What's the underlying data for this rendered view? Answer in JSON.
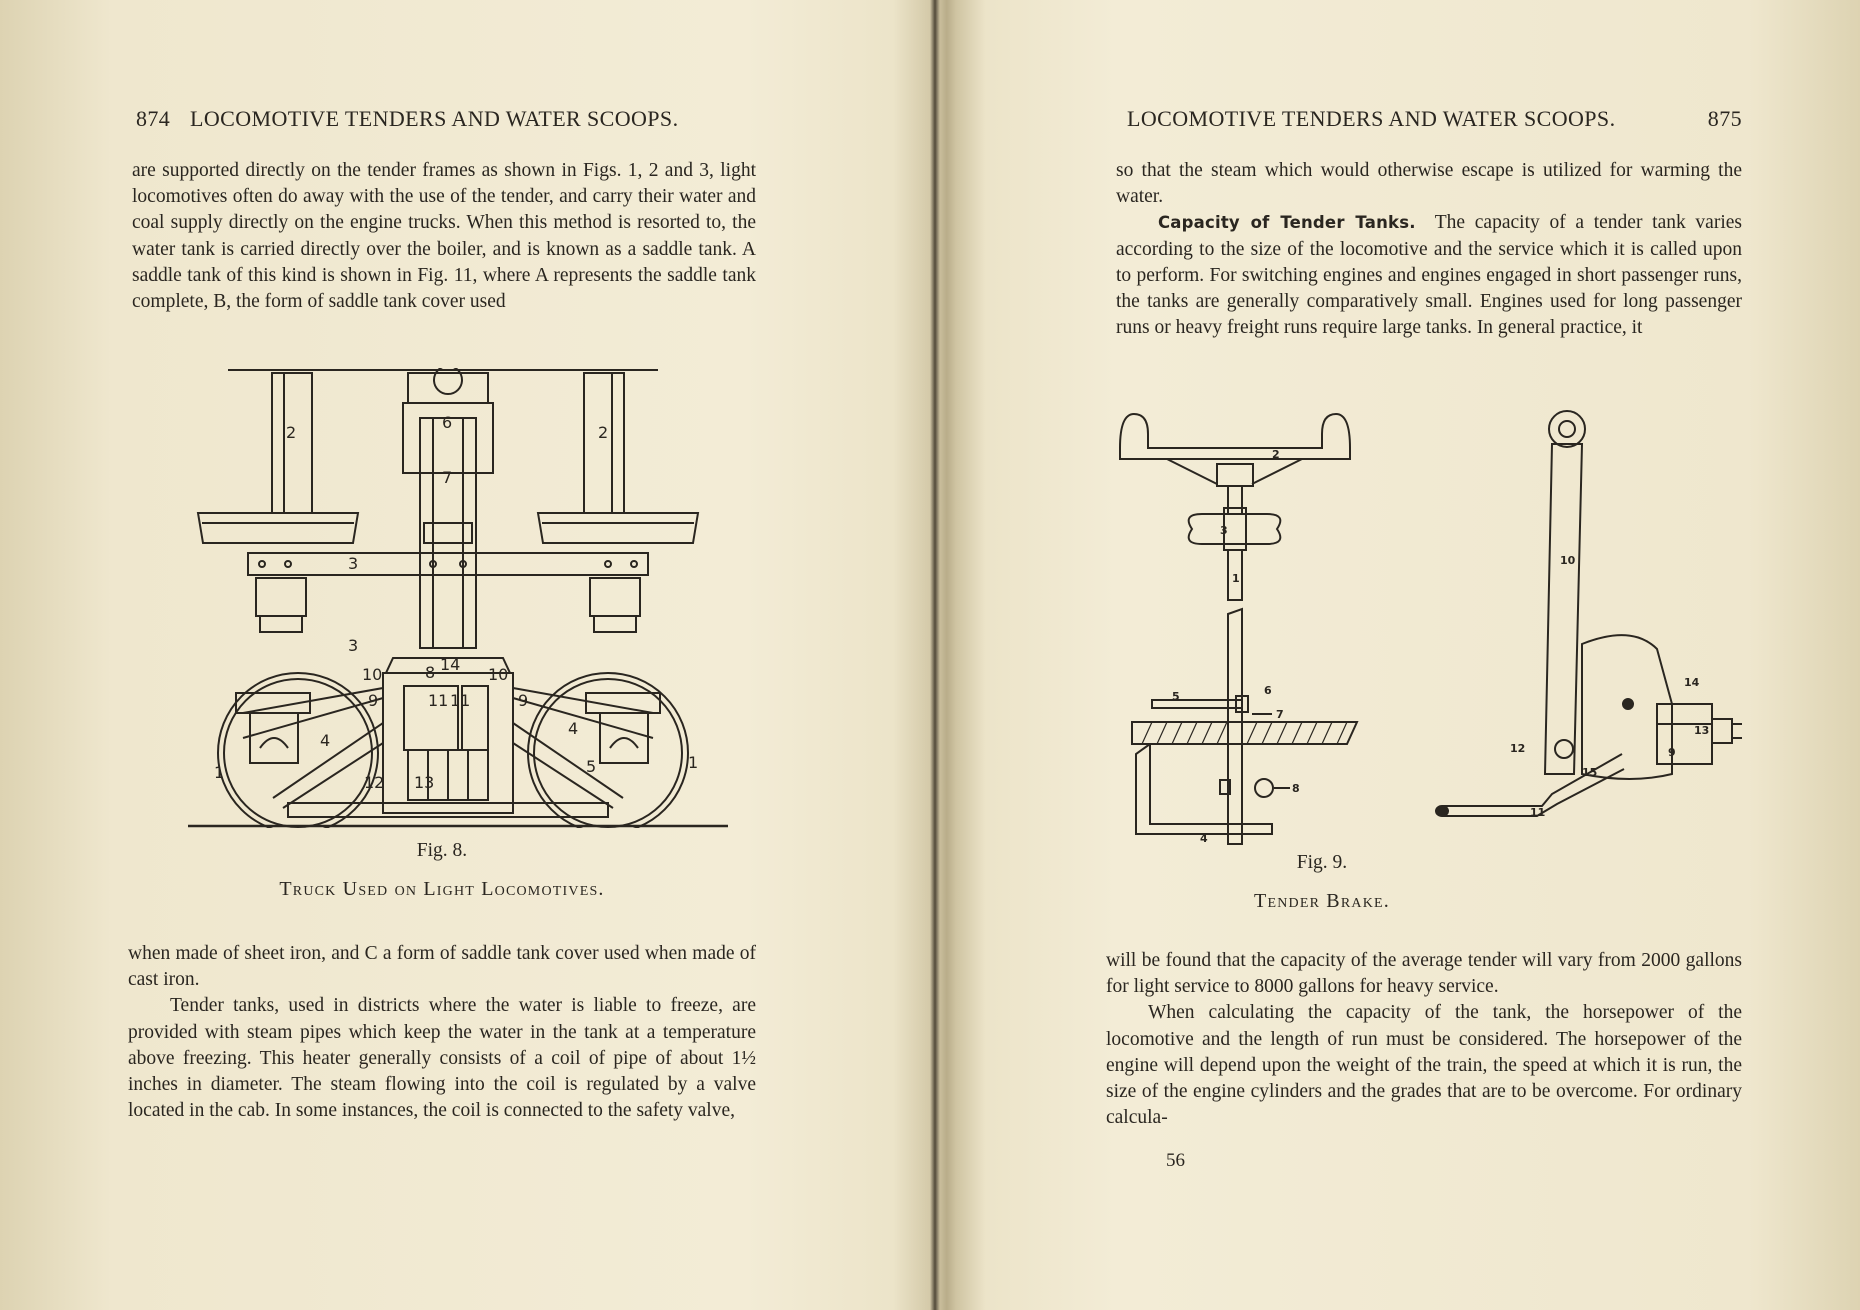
{
  "left_page": {
    "page_number": "874",
    "running_head": "LOCOMOTIVE TENDERS AND WATER SCOOPS.",
    "para_top": "are supported directly on the tender frames as shown in Figs. 1, 2 and 3, light locomotives often do away with the use of the tender, and carry their water and coal supply directly on the engine trucks. When this method is resorted to, the water tank is carried directly over the boiler, and is known as a saddle tank. A saddle tank of this kind is shown in Fig. 11, where A represents the saddle tank complete, B, the form of saddle tank cover used",
    "figure": {
      "number": "Fig. 8.",
      "title": "Truck Used on Light Locomotives.",
      "labels": {
        "l1": "1",
        "l2": "2",
        "l3": "3",
        "l4": "4",
        "l5": "5",
        "l6": "6",
        "l7": "7",
        "l8": "8",
        "l9": "9",
        "l10": "10",
        "l11": "11",
        "l12": "12",
        "l13": "13",
        "l14": "14"
      }
    },
    "para_bottom_1": "when made of sheet iron, and C a form of saddle tank cover used when made of cast iron.",
    "para_bottom_2": "Tender tanks, used in districts where the water is liable to freeze, are provided with steam pipes which keep the water in the tank at a temperature above freezing. This heater generally consists of a coil of pipe of about 1½ inches in diameter. The steam flowing into the coil is regulated by a valve located in the cab. In some instances, the coil is connected to the safety valve,"
  },
  "right_page": {
    "page_number": "875",
    "running_head": "LOCOMOTIVE TENDERS AND WATER SCOOPS.",
    "para_top_1": "so that the steam which would otherwise escape is utilized for warming the water.",
    "section_heading": "Capacity of Tender Tanks.",
    "para_top_2": "The capacity of a tender tank varies according to the size of the locomotive and the service which it is called upon to perform. For switching engines and engines engaged in short passenger runs, the tanks are generally comparatively small. Engines used for long passenger runs or heavy freight runs require large tanks. In general practice, it",
    "figure": {
      "number": "Fig. 9.",
      "title": "Tender Brake.",
      "labels": {
        "l1": "1",
        "l2": "2",
        "l3": "3",
        "l4": "4",
        "l5": "5",
        "l6": "6",
        "l7": "7",
        "l8": "8",
        "l9": "9",
        "l10": "10",
        "l11": "11",
        "l12": "12",
        "l13": "13",
        "l14": "14",
        "l15": "15"
      }
    },
    "para_bottom_1": "will be found that the capacity of the average tender will vary from 2000 gallons for light service to 8000 gallons for heavy service.",
    "para_bottom_2": "When calculating the capacity of the tank, the horsepower of the locomotive and the length of run must be considered. The horsepower of the engine will depend upon the weight of the train, the speed at which it is run, the size of the engine cylinders and the grades that are to be overcome. For ordinary calcula-",
    "signature_mark": "56"
  }
}
